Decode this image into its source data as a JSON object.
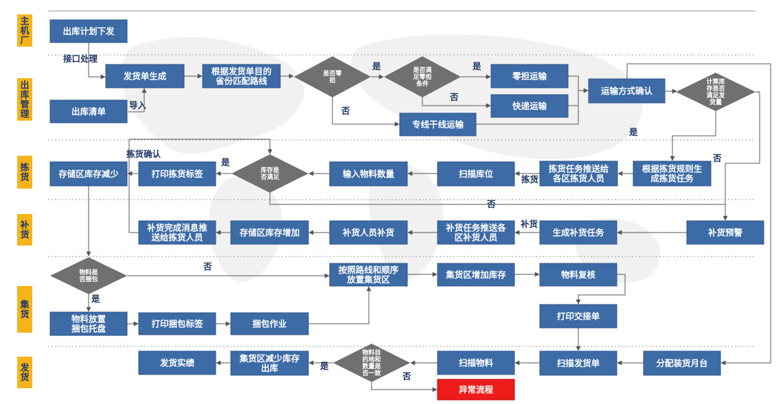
{
  "lanes": [
    {
      "id": "lane-oem",
      "label": "主机厂"
    },
    {
      "id": "lane-outbound",
      "label": "出库管理"
    },
    {
      "id": "lane-picking",
      "label": "拣货"
    },
    {
      "id": "lane-replenish",
      "label": "补货"
    },
    {
      "id": "lane-consolidate",
      "label": "集货"
    },
    {
      "id": "lane-shipping",
      "label": "发货"
    }
  ],
  "nodes": {
    "plan": "出库计划下发",
    "outlist": "出库清单",
    "gen": "发货单生成",
    "route": "根据发货单目的省份匹配路线",
    "d_ld": "是否零担",
    "d_cond": "是否满足零担条件",
    "ltl": "零担运输",
    "express": "快递运输",
    "trunk": "专线干线运输",
    "confirm": "运输方式确认",
    "d_stock": "计算库存是否满足发货量",
    "gentask": "根据拣货规则生成拣货任务",
    "pushpick": "拣货任务推送给各区拣货人员",
    "scanloc": "扫描库位",
    "inputqty": "输入物料数量",
    "d_enough": "库存是否满足",
    "printlabel": "打印拣货标签",
    "storedec": "存储区库存减少",
    "warn": "补货预警",
    "genrep": "生成补货任务",
    "pushrep": "补货任务推送各区补货人员",
    "repwork": "补货人员补货",
    "storeinc": "存储区库存增加",
    "repdone": "补货完成消息推送给拣货人员",
    "d_pack": "物料是否捆包",
    "placeroute": "按照路线和顺序放置集货区",
    "coninc": "集货区增加库存",
    "recheck": "物料复核",
    "putpallet": "物料放置捆包托盘",
    "printpack": "打印捆包标签",
    "packwork": "捆包作业",
    "handover": "打印交接单",
    "dock": "分配装货月台",
    "scanbill": "扫描发货单",
    "scanmat": "扫描物料",
    "d_match": "物料目的地和数量是否一致",
    "condec": "集货区减少库存出库",
    "shipdone": "发货实绩",
    "abnormal": "异常流程"
  },
  "edge_labels": {
    "interface": "接口处理",
    "import": "导入",
    "yes_ld": "是",
    "no_ld": "否",
    "yes_cond": "是",
    "no_cond": "否",
    "yes_stock": "是",
    "no_stock": "否",
    "pick_confirm": "拣货确认",
    "yes_enough": "是",
    "no_enough": "否",
    "pick": "拣货",
    "replenish": "补货",
    "no_pack": "否",
    "yes_pack": "是",
    "yes_match": "是",
    "no_match": "否"
  },
  "colors": {
    "box": "#3C6BA6",
    "box_border": "#2E568A",
    "diamond": "#707070",
    "abnormal": "#EE1B1B",
    "lane_tag": "#F5B31C",
    "lane_text": "#1F3864",
    "line": "#555555",
    "separator": "#9A9A9A"
  }
}
